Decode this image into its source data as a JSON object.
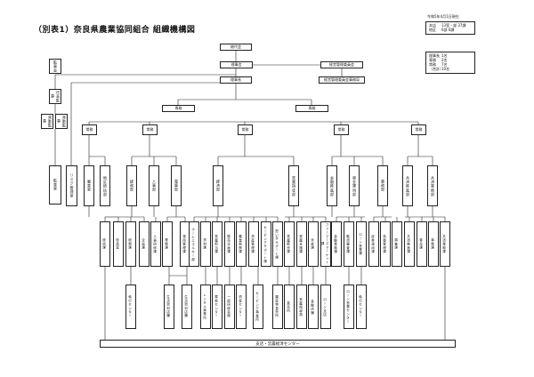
{
  "title": "（別表1）奈良県農業協同組合 組織機構図",
  "date": "令和5年4月1日現在",
  "stats_top": [
    {
      "k": "本店",
      "v": "13室・部 37課"
    },
    {
      "k": "地区",
      "v": "6部 6課"
    }
  ],
  "stats_bottom": [
    {
      "k": "理事長",
      "v": "1名"
    },
    {
      "k": "専務",
      "v": "2名"
    },
    {
      "k": "常務",
      "v": "7名"
    },
    {
      "k": "（合計）",
      "v": "10名"
    }
  ],
  "top": {
    "sokai": "総代会",
    "rijikai": "理事会",
    "keiei_kanri": "経営管理委員会",
    "keiei_kanri_jimu": "経営管理委員会事務局",
    "rijicho": "理事長",
    "senmu": [
      "専務",
      "専務"
    ]
  },
  "left": {
    "kansayakkai": "監事会",
    "daihyo_kanji": "代表監事",
    "joukin_kanji": "常勤監事",
    "jokin2": "常勤監事",
    "kansashitsu": "監査室",
    "risk": "リスク管理室"
  },
  "joumu_label": "常務",
  "departments": [
    "審査室",
    "地区統括部",
    "総務部",
    "人事部",
    "電算部",
    "経済部",
    "営農指導部",
    "金融推進部",
    "資金運用部",
    "事務部",
    "共済推進部",
    "共済業務部"
  ],
  "sections": [
    "統括課",
    "役員室",
    "総務課",
    "企画課",
    "人事研修課",
    "業務課",
    "運用管理課",
    "ホームエネルギー部",
    "資材課",
    "営農担当課",
    "販売企画課",
    "農業振興課",
    "資産管理課",
    "セービングサポート課",
    "担い手サポート課",
    "営農販売課",
    "営農支援課",
    "米麦課",
    "ファーマーズマーケット課",
    "金融業務課",
    "融資審査課",
    "ローン営業課",
    "証券運用課",
    "為替管理課",
    "調査課",
    "共済推進課",
    "普及課",
    "事務課",
    "共済業務課",
    "自動車共済課",
    "保全"
  ],
  "subs": [
    "執行センター",
    "生活資材店舗",
    "生活資材店舗",
    "レンタル事業所",
    "葬祭センター",
    "一般研修会館",
    "資産センター",
    "セービング事業所",
    "農産物直売所",
    "直売所",
    "営農指導員",
    "金融店舗",
    "ローン支店",
    "ローン営業センター"
  ],
  "bottom_bar": "支店・営農経済センター"
}
